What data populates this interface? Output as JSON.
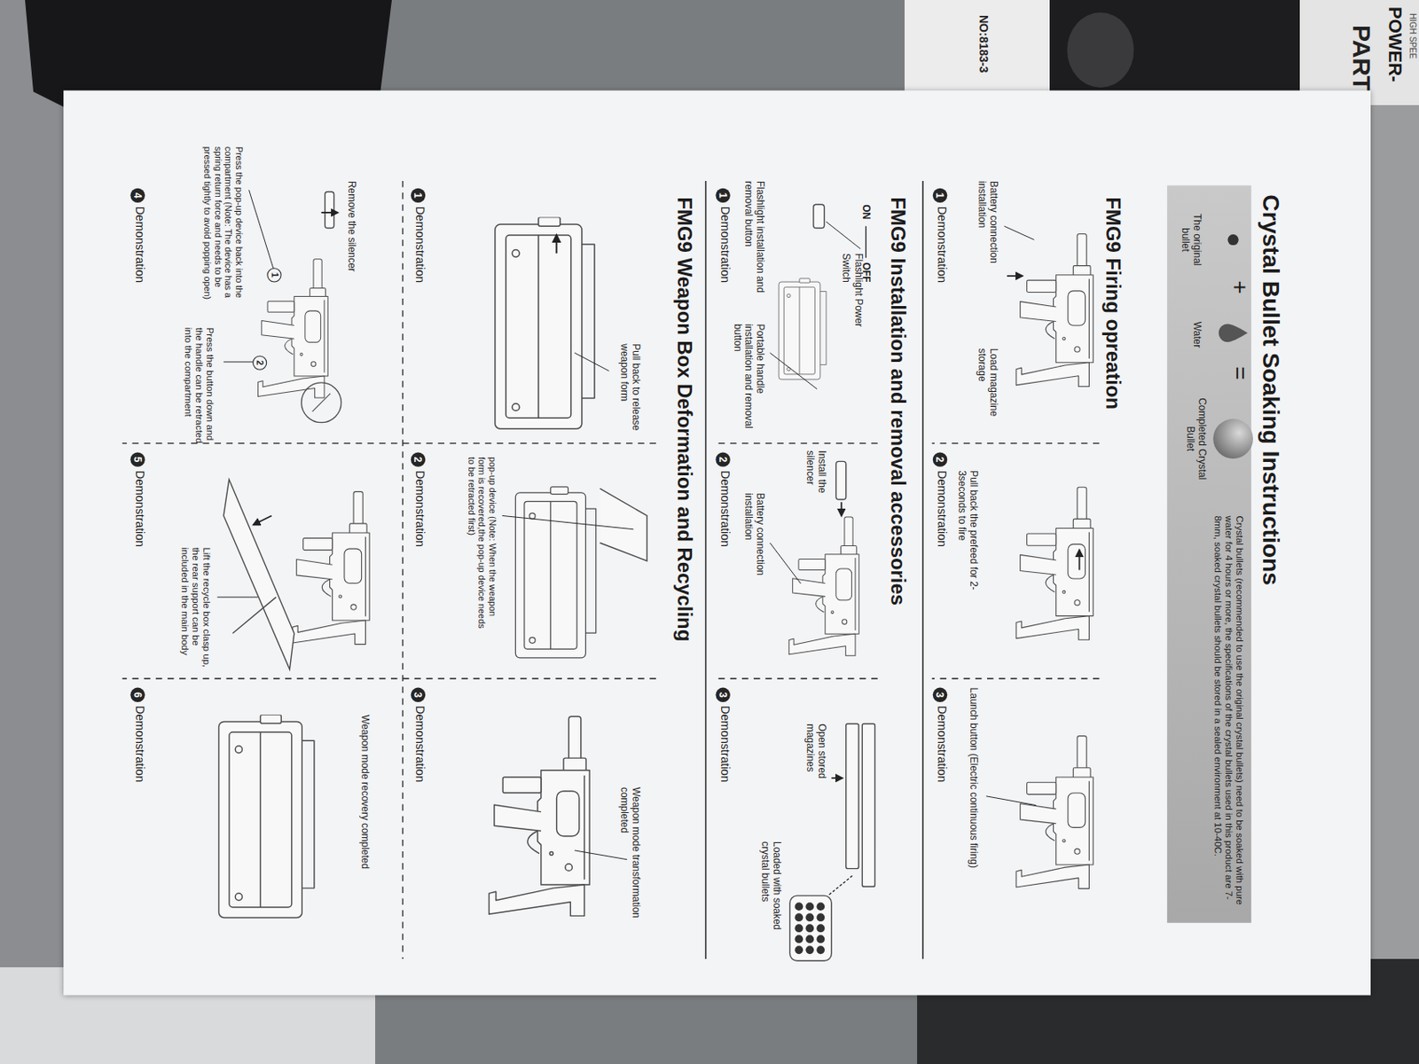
{
  "diagram": {
    "title": "Crystal Bullet Soaking Instructions",
    "labels": [
      "The original bullet",
      "+",
      "Water",
      "=",
      "Completed Crystal Bullet",
      "Crystal bullets (recommended to use the original crystal bullets) need to be soaked with pure water for 4 hours or more, the specifications of the crystal bullets used in this product are 7-8mm, soaked crystal bullets should be stored in a sealed environment at 10-40C.",
      "FMG9 Firing opreation",
      "Battery connection installation",
      "Load magazine storage",
      "1",
      "Demonstration",
      "Pull back the prefeed for 2-3seconds to fire",
      "2",
      "Demonstration",
      "Launch button (Electric continuous firing)",
      "3",
      "Demonstration",
      "FMG9 Installation and removal accessories",
      "ON",
      "OFF",
      "Flashlight Power Switch",
      "Flashlight installation and removal button",
      "Portable handle installation and removal button",
      "1",
      "Demonstration",
      "Install the silencer",
      "Battery connection installation",
      "2",
      "Demonstration",
      "Open stored magazines",
      "Loaded with soaked crystal bullets",
      "3",
      "Demonstration",
      "FMG9 Weapon Box Deformation and Recycling",
      "Pull back to release weapon form",
      "1",
      "Demonstration",
      "pop-up device (Note: When the weapon form is recovered,the pop-up device needs to be retracted first)",
      "2",
      "Demonstration",
      "Weapon mode transformation completed",
      "3",
      "Demonstration",
      "Remove the silencer",
      "1",
      "2",
      "Press the pop-up device back into the compartment (Note: The device has a spring return force and needs to be pressed tightly to avoid popping open)",
      "Press the button down and the handle can be retracted into the compartment",
      "4",
      "Demonstration",
      "Lift the recycle box clasp up, the rear support can be included in the main body",
      "5",
      "Demonstration",
      "Weapon mode recovery completed",
      "6",
      "Demonstration",
      "POWER-",
      "PART",
      "HIGH SPEE",
      "NO:8183-3"
    ]
  }
}
